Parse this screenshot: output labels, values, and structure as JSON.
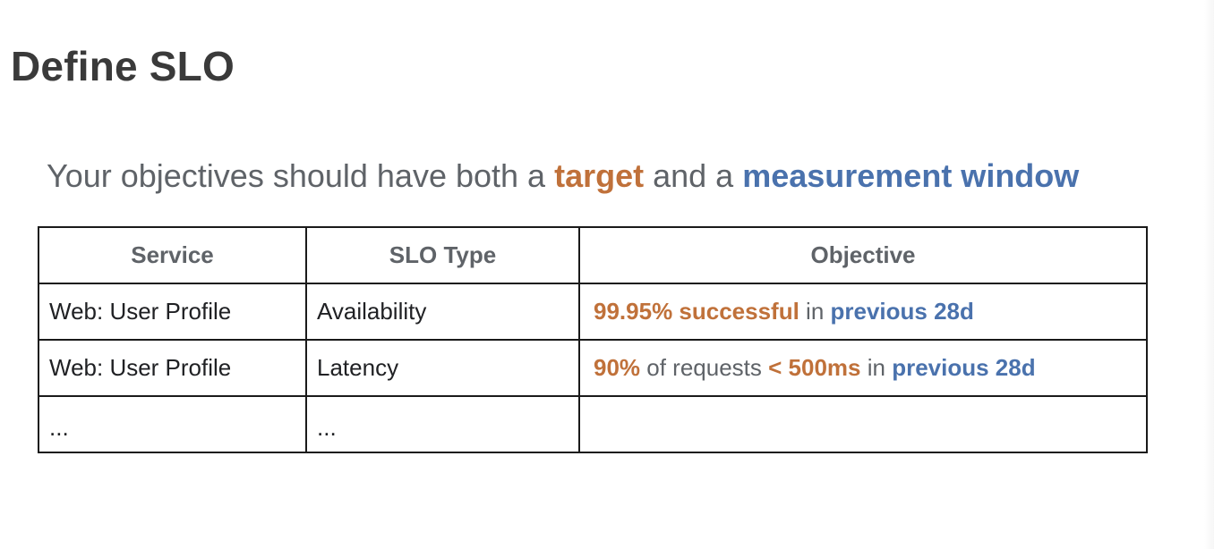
{
  "title": "Define SLO",
  "subtitle": {
    "part1": "Your objectives should have both a ",
    "target": "target",
    "part2": " and a ",
    "window": "measurement window"
  },
  "colors": {
    "target_accent": "#c0713a",
    "window_accent": "#4a72ad",
    "muted_text": "#5f6368"
  },
  "table": {
    "headers": [
      "Service",
      "SLO Type",
      "Objective"
    ],
    "rows": [
      {
        "service": "Web: User Profile",
        "type": "Availability",
        "objective": {
          "a": "99.95% successful",
          "b": " in ",
          "c": "previous 28d"
        }
      },
      {
        "service": "Web: User Profile",
        "type": "Latency",
        "objective": {
          "a": "90%",
          "b": " of requests ",
          "c": "< 500ms",
          "d": " in ",
          "e": "previous 28d"
        }
      },
      {
        "service": "...",
        "type": "...",
        "objective": {}
      }
    ]
  }
}
